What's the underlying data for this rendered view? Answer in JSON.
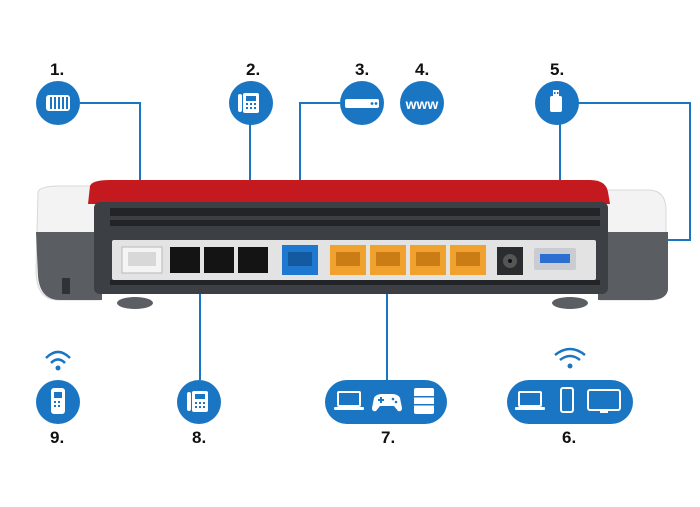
{
  "colors": {
    "accent": "#1a76c2",
    "router_red": "#c41a1f",
    "router_dark": "#3c3f44",
    "port_orange": "#f0a12e",
    "port_blue": "#1f78cf"
  },
  "numbers": [
    "1.",
    "2.",
    "3.",
    "4.",
    "5.",
    "6.",
    "7.",
    "8.",
    "9."
  ],
  "badges": {
    "www": "www"
  },
  "icons": [
    "dsl-splitter-icon",
    "desk-phone-icon",
    "modem-icon",
    "www-icon",
    "usb-stick-icon",
    "wifi-devices-group-icon",
    "lan-devices-group-icon",
    "analog-phone-icon",
    "dect-phone-icon"
  ]
}
